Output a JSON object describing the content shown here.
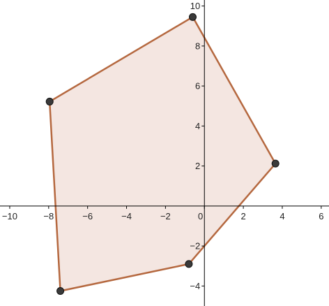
{
  "chart_data": {
    "type": "scatter",
    "shape": "polygon",
    "xlim": [
      -10.5,
      6.4
    ],
    "ylim": [
      -5.0,
      10.3
    ],
    "x_ticks": [
      -10,
      -8,
      -6,
      -4,
      -2,
      0,
      2,
      4,
      6
    ],
    "y_ticks": [
      -4,
      -2,
      2,
      4,
      6,
      8,
      10
    ],
    "x_tick_labels": [
      "−10",
      "−8",
      "−6",
      "−4",
      "−2",
      "0",
      "2",
      "4",
      "6"
    ],
    "y_tick_labels": [
      "−4",
      "−2",
      "2",
      "4",
      "6",
      "8",
      "10"
    ],
    "grid": false,
    "vertices": [
      {
        "x": -0.6,
        "y": 9.45
      },
      {
        "x": 3.65,
        "y": 2.12
      },
      {
        "x": -0.8,
        "y": -2.9
      },
      {
        "x": -7.4,
        "y": -4.25
      },
      {
        "x": -7.95,
        "y": 5.22
      }
    ],
    "colors": {
      "fill": "#f4e6e1",
      "stroke": "#b5683f",
      "point": "#3a3a3a",
      "axis": "#000000"
    }
  }
}
